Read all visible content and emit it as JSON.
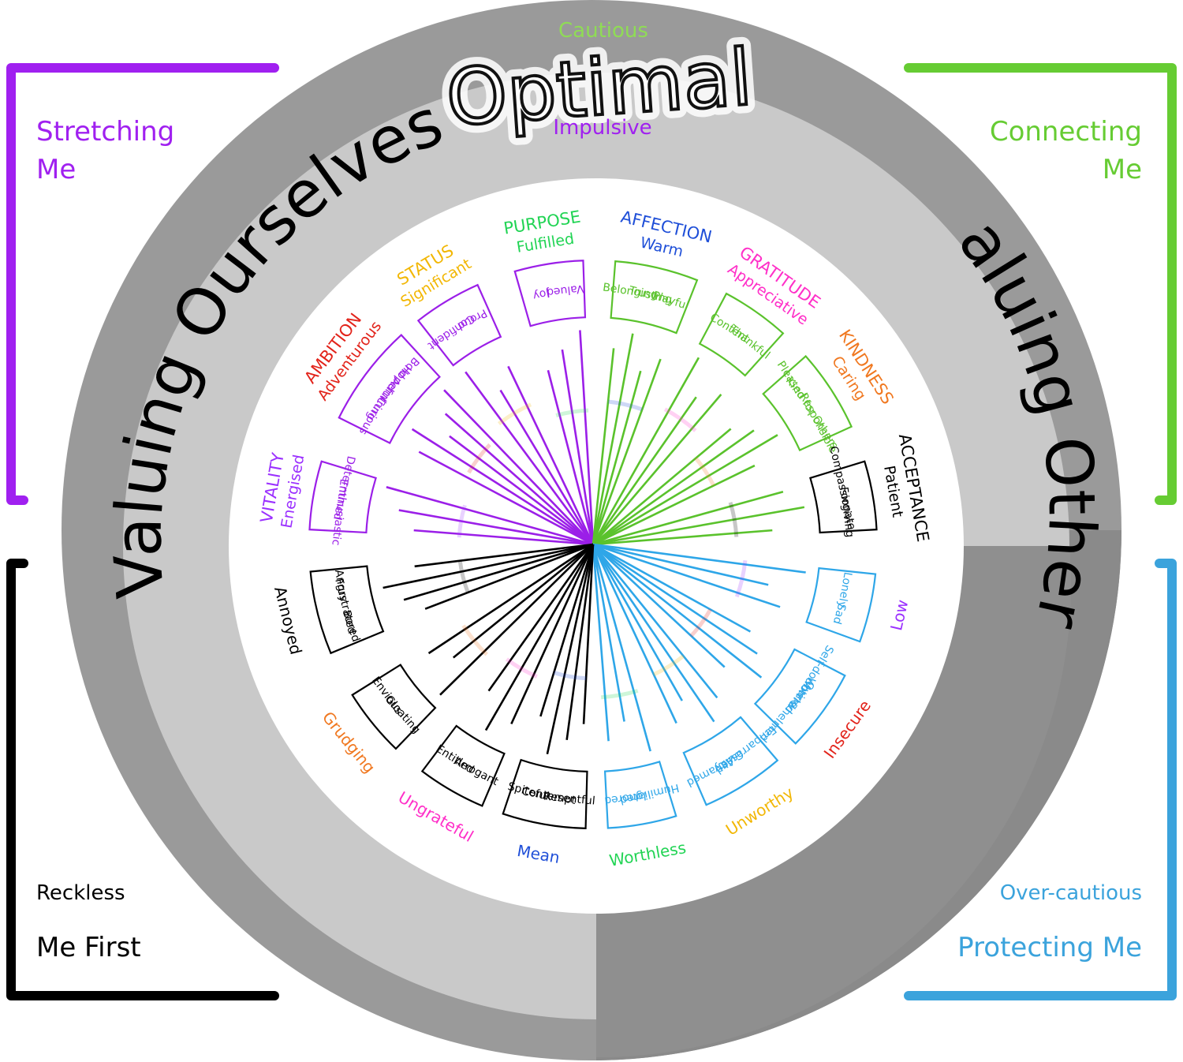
{
  "corners": {
    "stretching": {
      "lines": [
        "Stretching",
        "Me"
      ],
      "color": "#a020f0"
    },
    "connecting": {
      "lines": [
        "Connecting",
        "Me"
      ],
      "color": "#66cc33"
    },
    "me_first": {
      "small": "Reckless",
      "large": "Me First",
      "color": "#000000"
    },
    "protecting": {
      "small": "Over-cautious",
      "large": "Protecting Me",
      "color": "#3ba3dc"
    }
  },
  "rings": {
    "top_small": "Cautious",
    "optimal": "Optimal",
    "impulsive": "Impulsive",
    "valuing_ourselves": "Valuing Ourselves",
    "valuing_others": "Valuing Others"
  },
  "segments": [
    {
      "key": "vitality",
      "angle": -170,
      "title": "VITALITY",
      "sub": "Energised",
      "color": "#9b30ff",
      "words": [
        "Enthusiastic",
        "Determined"
      ]
    },
    {
      "key": "ambition",
      "angle": -143,
      "title": "AMBITION",
      "sub": "Adventurous",
      "color": "#e2231a",
      "words": [
        "Curious",
        "Admiring",
        "Hopeful",
        "Bold"
      ]
    },
    {
      "key": "status",
      "angle": -121,
      "title": "STATUS",
      "sub": "Significant",
      "color": "#f2b705",
      "words": [
        "Confident",
        "Proud"
      ]
    },
    {
      "key": "purpose",
      "angle": -99,
      "title": "PURPOSE",
      "sub": "Fulfilled",
      "color": "#21d454",
      "words": [
        "Joy",
        "Valued"
      ]
    },
    {
      "key": "affection",
      "angle": -77,
      "title": "AFFECTION",
      "sub": "Warm",
      "color": "#1f4fd8",
      "words": [
        "Belonging",
        "Trusting",
        "Playful"
      ]
    },
    {
      "key": "gratitude",
      "angle": -55,
      "title": "GRATITUDE",
      "sub": "Appreciative",
      "color": "#ff2fc8",
      "words": [
        "Content",
        "Thankful"
      ]
    },
    {
      "key": "kindness",
      "angle": -33,
      "title": "KINDNESS",
      "sub": "Caring",
      "color": "#f07820",
      "words": [
        "Kind",
        "Pleased for Others",
        "Responsible"
      ]
    },
    {
      "key": "acceptance",
      "angle": -10,
      "title": "ACCEPTANCE",
      "sub": "Patient",
      "color": "#000000",
      "words": [
        "Compassionate",
        "Forgiving"
      ]
    },
    {
      "key": "low",
      "angle": 13,
      "title": "Low",
      "sub": "",
      "color": "#9b30ff",
      "words": [
        "Lonely",
        "Sad"
      ]
    },
    {
      "key": "insecure",
      "angle": 36,
      "title": "Insecure",
      "sub": "",
      "color": "#e2231a",
      "words": [
        "Self-doubting",
        "Worried",
        "Overwhelmed"
      ]
    },
    {
      "key": "unworthy",
      "angle": 58,
      "title": "Unworthy",
      "sub": "",
      "color": "#f2b705",
      "words": [
        "Embarrassed",
        "Guilty",
        "Ashamed"
      ]
    },
    {
      "key": "worthless",
      "angle": 80,
      "title": "Worthless",
      "sub": "",
      "color": "#21d454",
      "words": [
        "Humiliated",
        "Ignored"
      ]
    },
    {
      "key": "mean",
      "angle": 100,
      "title": "Mean",
      "sub": "",
      "color": "#1f4fd8",
      "words": [
        "Resentful",
        "Contempt",
        "Spiteful"
      ]
    },
    {
      "key": "ungrateful",
      "angle": 120,
      "title": "Ungrateful",
      "sub": "",
      "color": "#ff2fc8",
      "words": [
        "Arrogant",
        "Entitled"
      ]
    },
    {
      "key": "grudging",
      "angle": 141,
      "title": "Grudging",
      "sub": "",
      "color": "#f07820",
      "words": [
        "Gloating",
        "Envious"
      ]
    },
    {
      "key": "annoyed",
      "angle": 166,
      "title": "Annoyed",
      "sub": "",
      "color": "#000000",
      "words": [
        "Bored",
        "Frustrated",
        "Angry"
      ]
    }
  ],
  "colors": {
    "outer_ring": "#9a9a9a",
    "inner_ring": "#c9c9c9",
    "upper_lines": "#9b1fe8",
    "right_upper_lines": "#5ac22c",
    "right_lower_lines": "#2ea6e8",
    "lower_lines": "#000000"
  }
}
